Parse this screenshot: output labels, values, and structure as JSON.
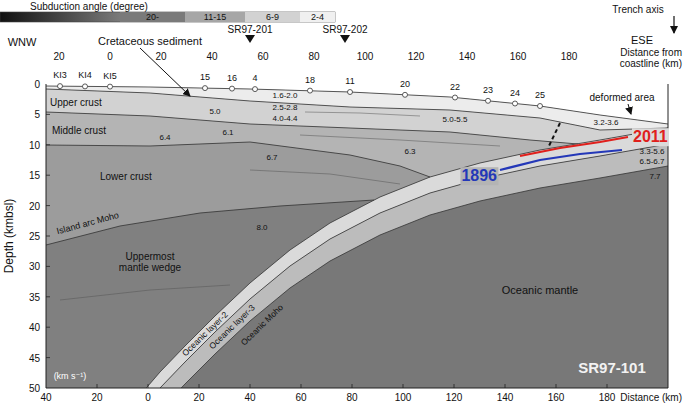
{
  "diagram": {
    "labels": [
      "Subduction angle (degree)",
      "WNW",
      "ESE",
      "Cretaceous sediment",
      "SR97-201",
      "SR97-202",
      "Trench axis",
      "Distance from coastline (km)",
      "20",
      "0",
      "20",
      "40",
      "60",
      "80",
      "100",
      "120",
      "140",
      "160",
      "180",
      "Depth (kmbsl)",
      "0",
      "5",
      "10",
      "15",
      "20",
      "25",
      "30",
      "35",
      "40",
      "45",
      "50",
      "40",
      "20",
      "0",
      "20",
      "40",
      "60",
      "80",
      "100",
      "120",
      "140",
      "160",
      "180",
      "Distance (km)",
      "KI3",
      "KI4",
      "KI5",
      "15",
      "16",
      "4",
      "18",
      "11",
      "20",
      "22",
      "23",
      "24",
      "25",
      "Upper crust",
      "Middle crust",
      "Lower crust",
      "Island arc Moho",
      "Uppermost mantle wedge",
      "Oceanic layer-2",
      "Oceanic layer-3",
      "Oceanic Moho",
      "Oceanic mantle",
      "deformed area",
      "1.6-2.0",
      "2.5-2.8",
      "4.0-4.4",
      "5.0",
      "6.1",
      "6.4",
      "6.7",
      "8.0",
      "6.3",
      "5.0-5.5",
      "3.2-3.6",
      "3.3-5.6",
      "6.5-6.7",
      "7.7",
      "SR97-101",
      "(km s⁻¹)",
      "2011",
      "1896"
    ],
    "legend": [
      {
        "text": "20-",
        "color": "#7a7a7a"
      },
      {
        "text": "11-15",
        "color": "#a6a6a6"
      },
      {
        "text": "6-9",
        "color": "#d2d2d2"
      },
      {
        "text": "2-4",
        "color": "#f0f0f0"
      }
    ]
  }
}
